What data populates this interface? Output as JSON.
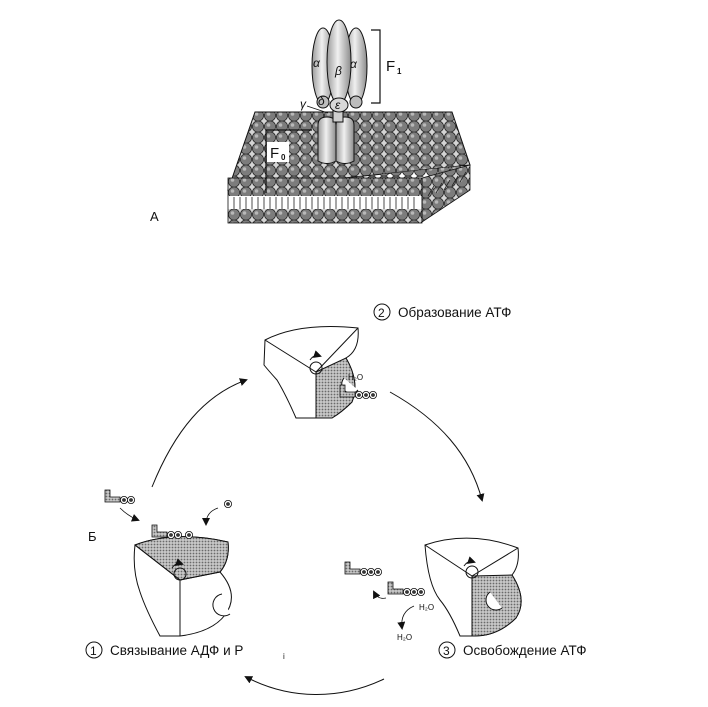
{
  "panelA": {
    "label": "А",
    "f1_label": "F",
    "f1_subscript": "1",
    "f0_label": "F",
    "f0_subscript": "0",
    "alpha_left": "α",
    "beta": "β",
    "alpha_right": "α",
    "gamma": "γ",
    "delta": "δ",
    "epsilon": "ε"
  },
  "panelB": {
    "label": "Б",
    "step1": {
      "number": "1",
      "text": "Связывание АДФ и P",
      "subscript": "i"
    },
    "step2": {
      "number": "2",
      "text": "Образование АТФ",
      "water": "H₂O"
    },
    "step3": {
      "number": "3",
      "text": "Освобождение АТФ",
      "water1": "H₂O",
      "water2": "H₂O"
    }
  }
}
